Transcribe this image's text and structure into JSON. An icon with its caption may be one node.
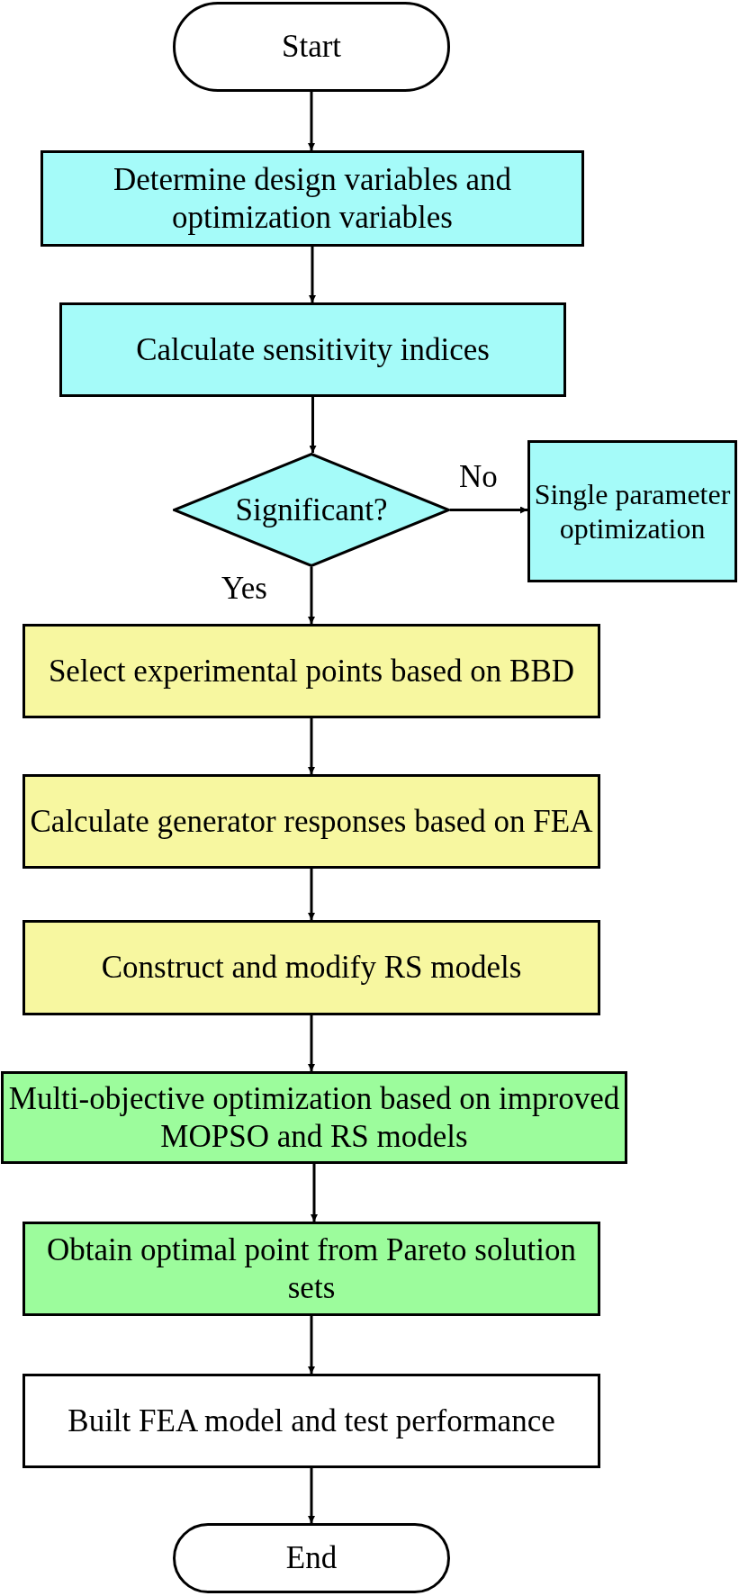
{
  "diagram": {
    "nodes": [
      {
        "text": [
          "Start"
        ]
      },
      {
        "text": [
          "Determine design variables and optimization variables"
        ]
      },
      {
        "text": [
          "Calculate sensitivity indices"
        ]
      },
      {
        "text": [
          "Significant?"
        ]
      },
      {
        "text": [
          "Single parameter optimization"
        ]
      },
      {
        "text": [
          "Select experimental points based on BBD"
        ]
      },
      {
        "text": [
          "Calculate generator responses based on FEA"
        ]
      },
      {
        "text": [
          "Construct and modify RS models"
        ]
      },
      {
        "text": [
          "Multi-objective optimization based on improved MOPSO and RS models"
        ]
      },
      {
        "text": [
          "Obtain optimal point from Pareto solution sets"
        ]
      },
      {
        "text": [
          "Built FEA model and test performance"
        ]
      },
      {
        "text": [
          "End"
        ]
      }
    ],
    "edges": [
      {
        "from": 0,
        "to": 1,
        "arrow": "to"
      },
      {
        "from": 1,
        "to": 2,
        "arrow": "to"
      },
      {
        "from": 2,
        "to": 3,
        "arrow": "to"
      },
      {
        "from": 3,
        "to": 4,
        "arrow": "to",
        "label": "No"
      },
      {
        "from": 3,
        "to": 5,
        "arrow": "to",
        "label": "Yes"
      },
      {
        "from": 5,
        "to": 6,
        "arrow": "to"
      },
      {
        "from": 6,
        "to": 7,
        "arrow": "to"
      },
      {
        "from": 7,
        "to": 8,
        "arrow": "to"
      },
      {
        "from": 8,
        "to": 9,
        "arrow": "to"
      },
      {
        "from": 9,
        "to": 10,
        "arrow": "to"
      },
      {
        "from": 10,
        "to": 11,
        "arrow": "to"
      }
    ]
  }
}
